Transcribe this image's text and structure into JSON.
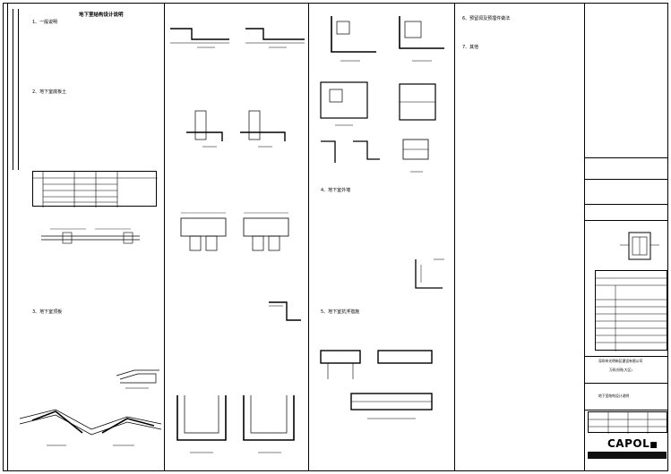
{
  "sheet_title": "地下室结构设计说明",
  "sections": {
    "s1": "1、一般说明",
    "s2": "2、地下室底板土",
    "s3": "3、地下室顶板",
    "s4": "4、地下室外墙",
    "s5": "5、地下室抗浮措施",
    "s6": "6、预留洞及预埋件做法",
    "s7": "7、其他"
  },
  "titleblock": {
    "project_owner": "深圳市光明新区建设有限公司",
    "project_name": "万科光明(大区)",
    "drawing_title": "地下室结构设计说明",
    "logo": "CAPOL",
    "logo_mark": "■"
  },
  "colors": {
    "line": "#000000",
    "background": "#ffffff",
    "logo_bar": "#111111"
  }
}
